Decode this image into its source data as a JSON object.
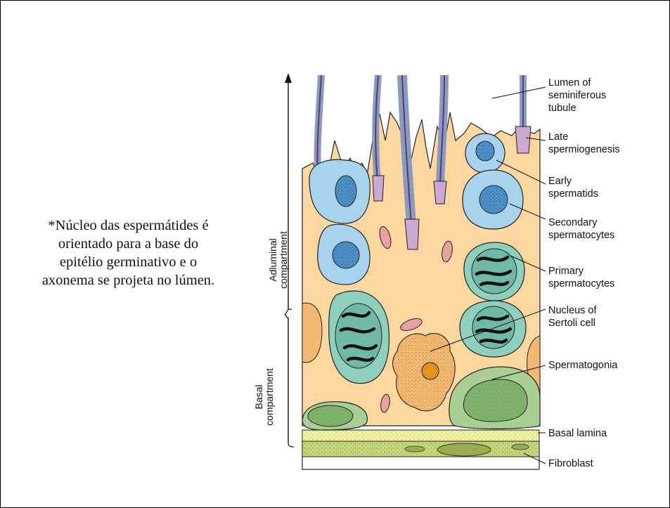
{
  "note": {
    "lines": [
      "*Núcleo das espermátides é",
      "orientado para a base do",
      "epitélio germinativo e o",
      "axonema se projeta no lúmen."
    ]
  },
  "diagram": {
    "compartments": {
      "adluminal": [
        "Adluminal",
        "compartment"
      ],
      "basal": [
        "Basal",
        "compartment"
      ]
    },
    "labels": {
      "lumen": [
        "Lumen of",
        "seminiferous",
        "tubule"
      ],
      "late_spermiogenesis": [
        "Late",
        "spermiogenesis"
      ],
      "early_spermatids": [
        "Early",
        "spermatids"
      ],
      "secondary_spermatocytes": [
        "Secondary",
        "spermatocytes"
      ],
      "primary_spermatocytes": [
        "Primary",
        "spermatocytes"
      ],
      "sertoli_nucleus": [
        "Nucleus of",
        "Sertoli cell"
      ],
      "spermatogonia": [
        "Spermatogonia"
      ],
      "basal_lamina": [
        "Basal lamina"
      ],
      "fibroblast": [
        "Fibroblast"
      ]
    }
  },
  "colors": {
    "sertoli": "#fcd7a0",
    "spermatid": "#a9d3ec",
    "primary": "#8ecfbe",
    "spermatogonia": "#a9cf94",
    "lamina": "#eef0a0",
    "fibroblast": "#c6d47a",
    "mito": "#e6a1a0",
    "sperm_head": "#cba9d2"
  }
}
